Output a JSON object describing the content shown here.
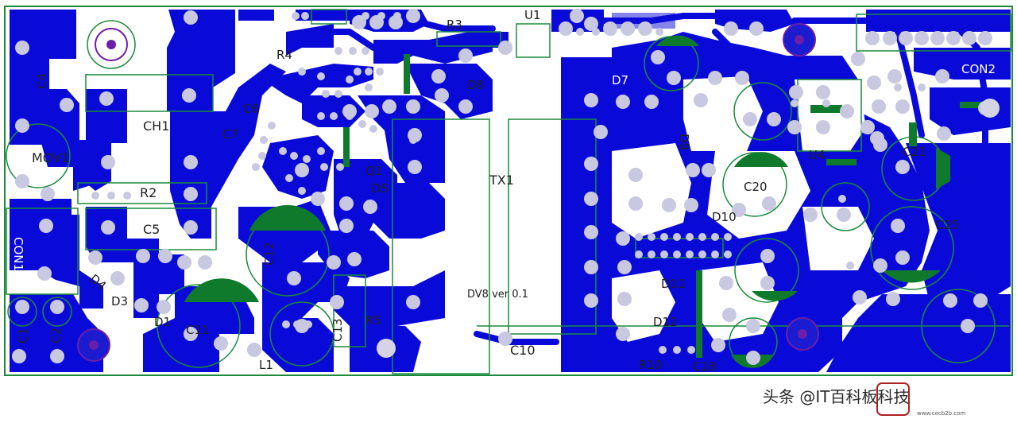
{
  "board": {
    "background": "#ffffff",
    "copper_color": "#0a0ad8",
    "pad_color": "#c8c8e0",
    "silkscreen_color": "#1f1f1f",
    "outline_color": "#1a8a3a",
    "component_fill_color": "#0f7a2c",
    "hole_color": "#6b1fa8"
  },
  "labels": {
    "u1": "U1",
    "r3": "R3",
    "r4": "R4",
    "c4": "C4",
    "ch1": "CH1",
    "c6": "C6",
    "c7": "C7",
    "mov1": "MOV1",
    "r2": "R2",
    "c5": "C5",
    "d4": "D4",
    "d3": "D3",
    "d1": "D1",
    "c1": "C1",
    "c2": "C2",
    "c11": "C11",
    "l1": "L1",
    "c12": "C12",
    "d8": "D8",
    "q1": "Q1",
    "d5": "D5",
    "r5": "R5",
    "c13": "C13",
    "tx1": "TX1",
    "version": "DV8 ver 0.1",
    "c10": "C10",
    "d7": "D7",
    "d10": "D10",
    "d11": "D11",
    "d12": "D12",
    "r10": "R10",
    "c18": "C18",
    "c20": "C20",
    "c21": "C21",
    "c25": "C25",
    "u4": "U4",
    "con1": "CON1",
    "con2": "CON2",
    "d9": "D9"
  },
  "watermark": {
    "text": "头条 @IT百科板科技",
    "subtext": "www.cecb2b.com"
  }
}
